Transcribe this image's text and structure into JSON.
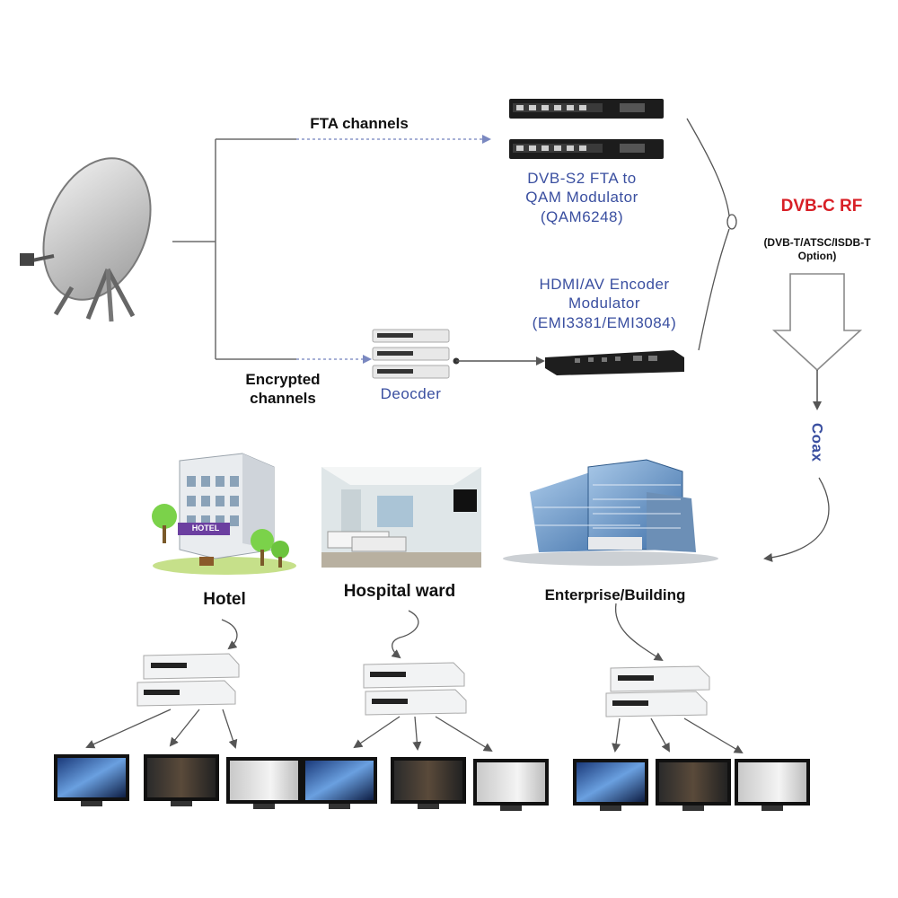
{
  "labels": {
    "fta_channels": "FTA channels",
    "encrypted_line1": "Encrypted",
    "encrypted_line2": "channels",
    "modulator_line1": "DVB-S2 FTA to",
    "modulator_line2": "QAM Modulator",
    "modulator_line3": "(QAM6248)",
    "encoder_line1": "HDMI/AV Encoder",
    "encoder_line2": "Modulator",
    "encoder_line3": "(EMI3381/EMI3084)",
    "decoder": "Deocder",
    "dvbc_rf": "DVB-C RF",
    "dvbc_option_line1": "(DVB-T/ATSC/ISDB-T",
    "dvbc_option_line2": "Option)",
    "coax": "Coax",
    "hotel": "Hotel",
    "hospital_ward": "Hospital ward",
    "enterprise_building": "Enterprise/Building",
    "hotel_sign": "HOTEL"
  },
  "colors": {
    "label_dark": "#111111",
    "label_blue": "#3a4fa0",
    "label_red": "#d81f26",
    "line": "#6b6b6b",
    "device": "#1c1c1c"
  }
}
